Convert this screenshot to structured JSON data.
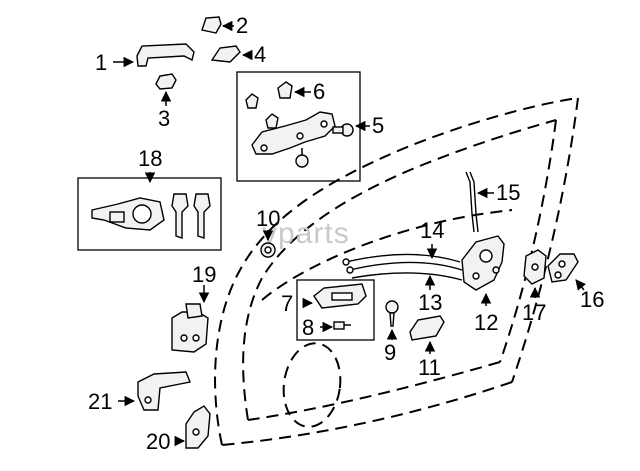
{
  "watermark": "vparts",
  "callouts": {
    "c1": "1",
    "c2": "2",
    "c3": "3",
    "c4": "4",
    "c5": "5",
    "c6": "6",
    "c7": "7",
    "c8": "8",
    "c9": "9",
    "c10": "10",
    "c11": "11",
    "c12": "12",
    "c13": "13",
    "c14": "14",
    "c15": "15",
    "c16": "16",
    "c17": "17",
    "c18": "18",
    "c19": "19",
    "c20": "20",
    "c21": "21"
  }
}
